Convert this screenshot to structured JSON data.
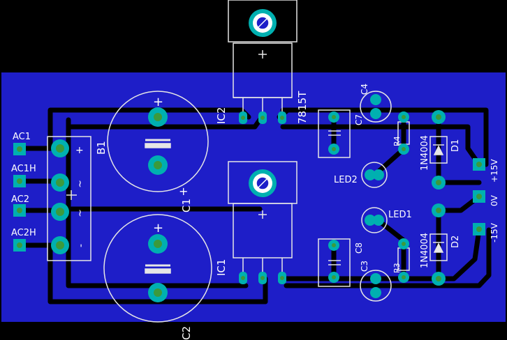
{
  "colors": {
    "background": "#000000",
    "board": "#1e1ec8",
    "trace": "#000000",
    "silk": "#e6e6e6",
    "pad_ring": "#00b0b0",
    "pad_core": "#3c9a3c"
  },
  "labels": {
    "ac1": "AC1",
    "ac1h": "AC1H",
    "ac2": "AC2",
    "ac2h": "AC2H",
    "b1": "B1",
    "plus": "+",
    "tilde1": "~",
    "tilde2": "~",
    "minus": "-",
    "c1": "C1",
    "c2": "C2",
    "ic1": "IC1",
    "ic2": "IC2",
    "ic2_part": "7815T",
    "c3": "C3",
    "c4": "C4",
    "c7": "C7",
    "c8": "C8",
    "r3": "R3",
    "r4": "R4",
    "led1": "LED1",
    "led2": "LED2",
    "d1": "D1",
    "d2": "D2",
    "d1_part": "1N4004",
    "d2_part": "1N4004",
    "out_pos": "+15V",
    "out_zero": "0V",
    "out_neg": "-15V"
  }
}
